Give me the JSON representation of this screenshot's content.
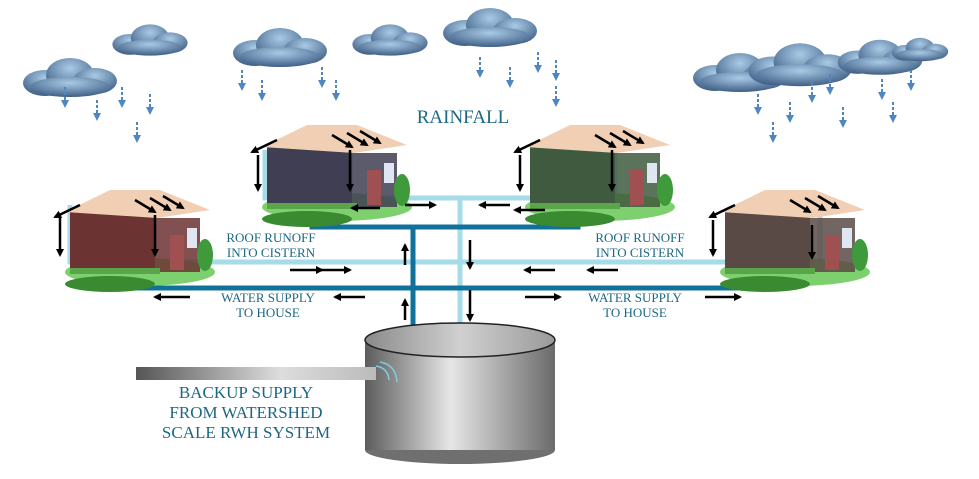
{
  "labels": {
    "rainfall": "RAINFALL",
    "runoff_left": [
      "ROOF RUNOFF",
      "INTO CISTERN"
    ],
    "runoff_right": [
      "ROOF RUNOFF",
      "INTO CISTERN"
    ],
    "supply_left": [
      "WATER SUPPLY",
      "TO HOUSE"
    ],
    "supply_right": [
      "WATER SUPPLY",
      "TO HOUSE"
    ],
    "backup": [
      "BACKUP SUPPLY",
      "FROM WATERSHED",
      "SCALE RWH SYSTEM"
    ]
  },
  "colors": {
    "runoff_pipe": "#a6dbe8",
    "supply_pipe": "#12719a",
    "label_text": "#1d6784",
    "rain": "#4f86c0",
    "house_walls": [
      "#6b3332",
      "#3f3e52",
      "#3f5a3e",
      "#5a4a45"
    ],
    "roof": "#f1cfb4"
  },
  "houses": [
    "house-1",
    "house-2",
    "house-3",
    "house-4"
  ]
}
